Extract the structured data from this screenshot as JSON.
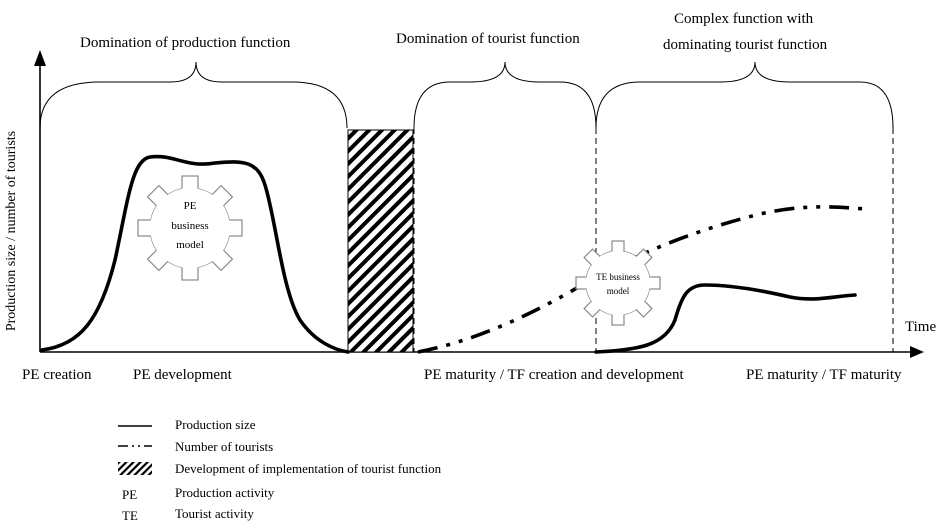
{
  "phases": {
    "production": "Domination of production function",
    "tourist": "Domination of tourist function",
    "complex_line1": "Complex function with",
    "complex_line2": "dominating tourist function"
  },
  "axes": {
    "y_label": "Production size / number of tourists",
    "x_label": "Time"
  },
  "stages": {
    "pe_creation": "PE creation",
    "pe_development": "PE development",
    "pe_maturity_tf": "PE maturity / TF creation and development",
    "pe_maturity_tf_maturity": "PE maturity / TF maturity"
  },
  "gears": {
    "pe_line1": "PE",
    "pe_line2": "business",
    "pe_line3": "model",
    "te_line1": "TE business",
    "te_line2": "model"
  },
  "legend": {
    "production_size": "Production size",
    "number_of_tourists": "Number of tourists",
    "development": "Development of implementation of tourist function",
    "pe_abbr": "PE",
    "pe_desc": "Production activity",
    "te_abbr": "TE",
    "te_desc": "Tourist activity"
  }
}
